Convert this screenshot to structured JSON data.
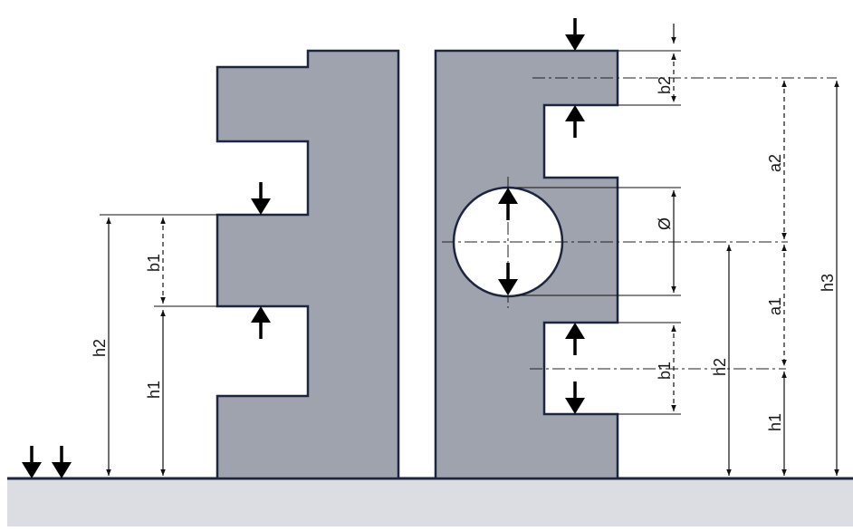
{
  "colors": {
    "part_fill": "#9ea3ae",
    "base_fill": "#dcdde3",
    "outline": "#1d2540",
    "dim_line": "#111111",
    "background": "#ffffff"
  },
  "labels": {
    "left_b1": "b1",
    "left_h1": "h1",
    "left_h2": "h2",
    "right_b2": "b2",
    "right_a2": "a2",
    "right_diameter": "Ø",
    "right_a1": "a1",
    "right_b1": "b1",
    "right_h2": "h2",
    "right_h1": "h1",
    "right_h3": "h3"
  },
  "icons": {
    "arrow": "arrow-icon",
    "double_arrow": "double-arrow-icon"
  }
}
